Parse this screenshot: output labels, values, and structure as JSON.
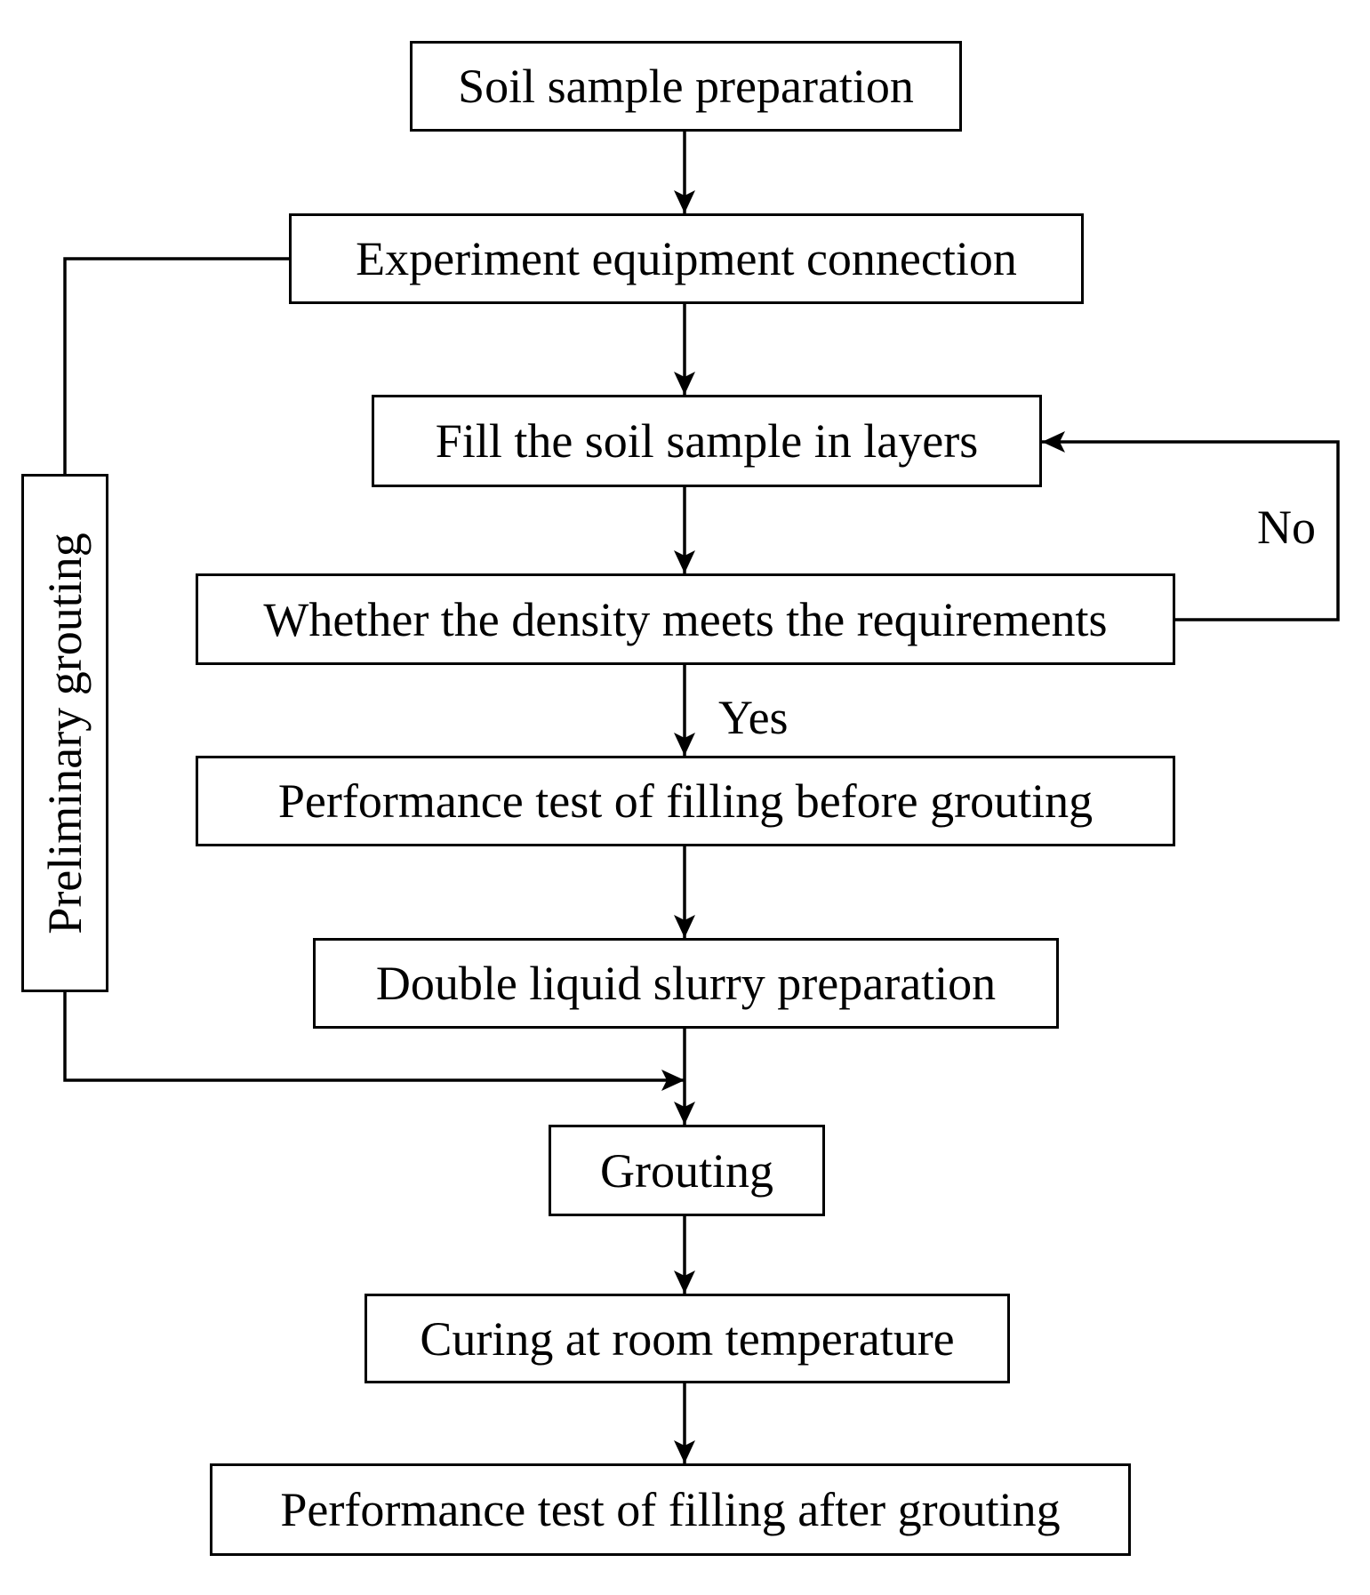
{
  "flowchart": {
    "steps": {
      "soil_sample_preparation": "Soil sample preparation",
      "experiment_equipment_connection": "Experiment equipment connection",
      "fill_soil_sample_in_layers": "Fill the soil sample in layers",
      "density_check": "Whether the density meets the requirements",
      "performance_test_before": "Performance test of filling before grouting",
      "double_liquid_slurry_preparation": "Double liquid slurry preparation",
      "grouting": "Grouting",
      "curing": "Curing at room temperature",
      "performance_test_after": "Performance test of filling after grouting"
    },
    "side_step": "Preliminary grouting",
    "edge_labels": {
      "no": "No",
      "yes": "Yes"
    }
  }
}
